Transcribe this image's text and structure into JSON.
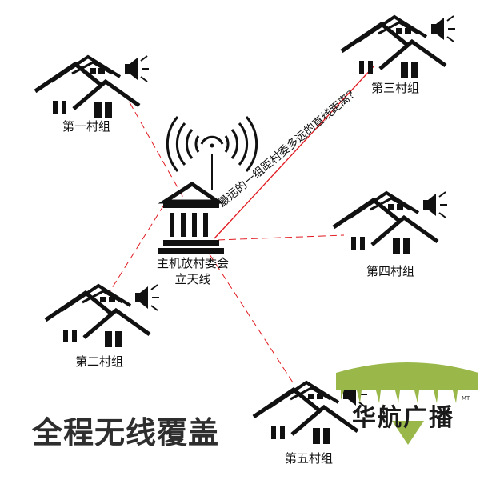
{
  "groups": {
    "g1": "第一村组",
    "g2": "第二村组",
    "g3": "第三村组",
    "g4": "第四村组",
    "g5": "第五村组"
  },
  "center": {
    "line1": "主机放村委会",
    "line2": "立天线"
  },
  "question": "最远的一组距村委多远的直线距离?",
  "headline": "全程无线覆盖",
  "brand": {
    "name": "华航广播",
    "mark": "MT"
  },
  "colors": {
    "link": "#e0191f",
    "ink": "#111111",
    "brand_green": "#9ab84a"
  }
}
